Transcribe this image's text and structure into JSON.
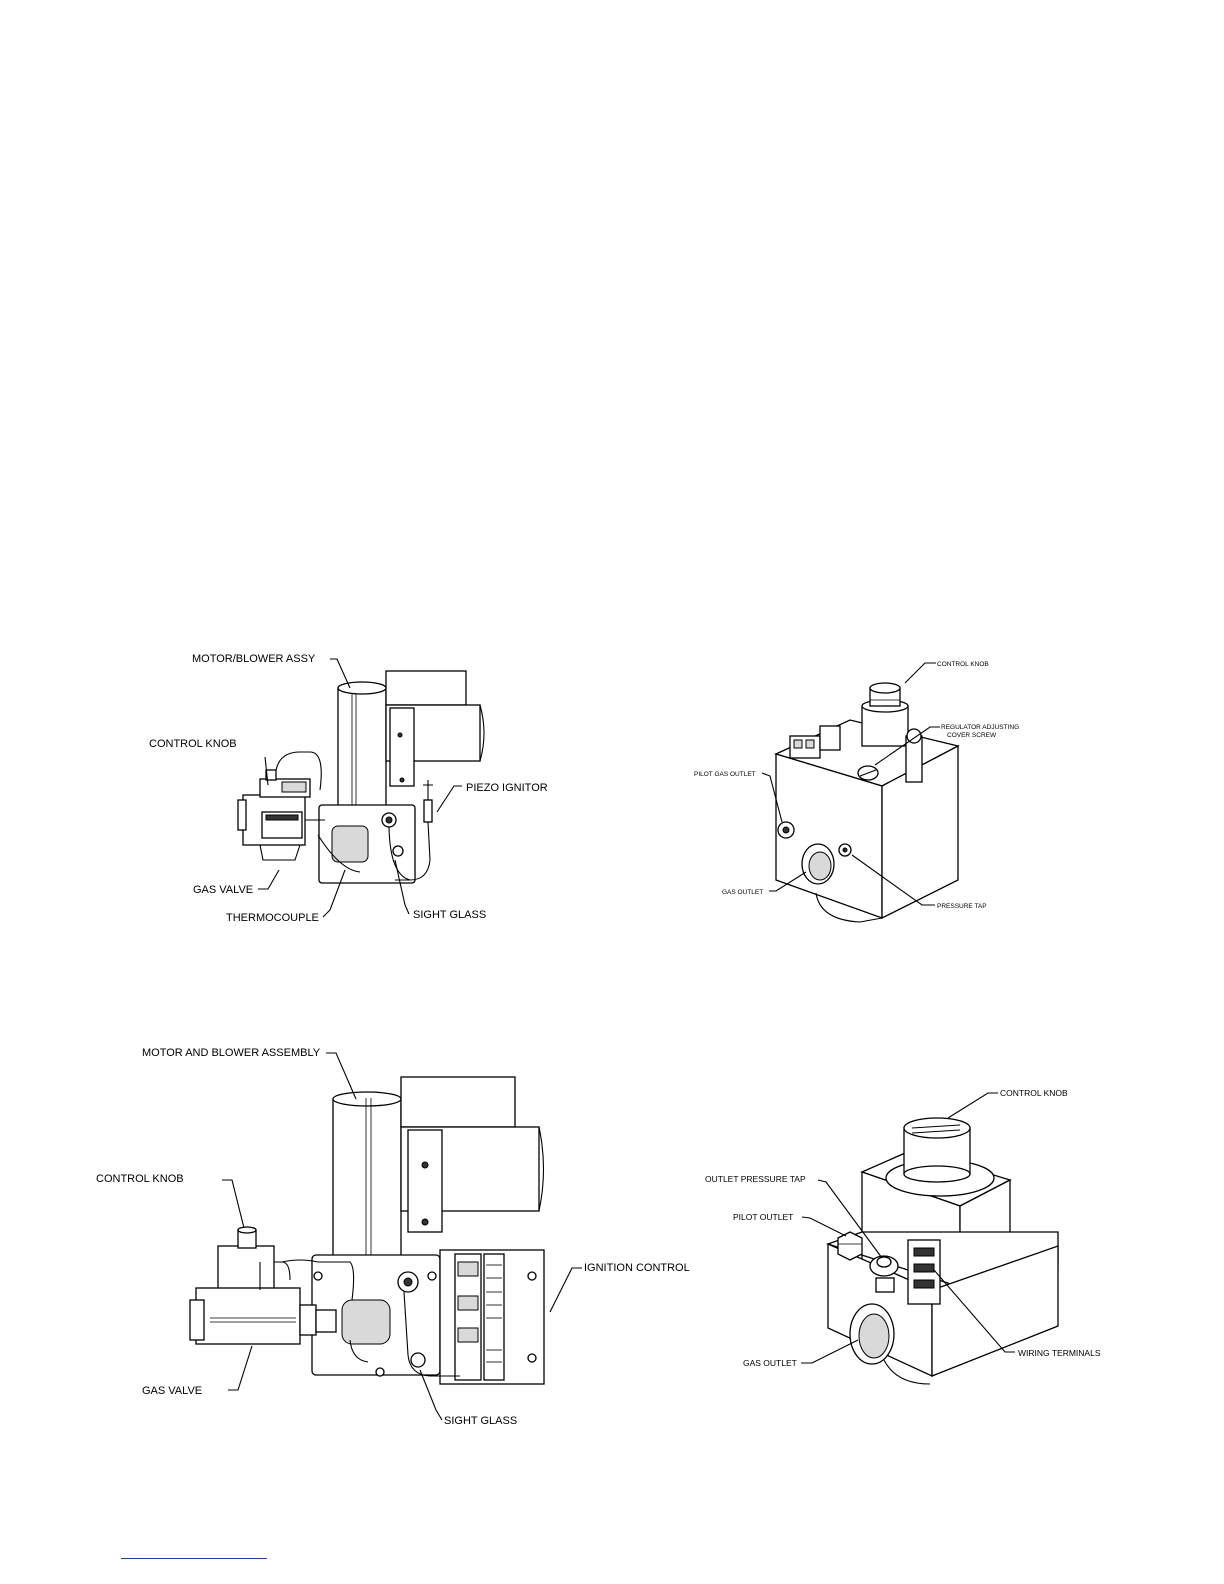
{
  "figures": [
    {
      "id": "burner-assembly-top",
      "callouts": {
        "motor_blower": "MOTOR/BLOWER ASSY",
        "control_knob": "CONTROL KNOB",
        "piezo_ignitor": "PIEZO IGNITOR",
        "gas_valve": "GAS VALVE",
        "thermocouple": "THERMOCOUPLE",
        "sight_glass": "SIGHT GLASS"
      }
    },
    {
      "id": "gas-valve-top",
      "callouts": {
        "control_knob": "CONTROL KNOB",
        "regulator_line1": "REGULATOR ADJUSTING",
        "regulator_line2": "COVER SCREW",
        "pilot_gas_outlet": "PILOT GAS OUTLET",
        "gas_outlet": "GAS OUTLET",
        "pressure_tap": "PRESSURE TAP"
      }
    },
    {
      "id": "burner-assembly-bottom",
      "callouts": {
        "motor_blower": "MOTOR AND BLOWER ASSEMBLY",
        "control_knob": "CONTROL KNOB",
        "ignition_control": "IGNITION CONTROL",
        "gas_valve": "GAS VALVE",
        "sight_glass": "SIGHT GLASS"
      }
    },
    {
      "id": "gas-valve-bottom",
      "callouts": {
        "control_knob": "CONTROL KNOB",
        "outlet_pressure_tap": "OUTLET PRESSURE TAP",
        "pilot_outlet": "PILOT OUTLET",
        "gas_outlet": "GAS OUTLET",
        "wiring_terminals": "WIRING TERMINALS"
      }
    }
  ]
}
